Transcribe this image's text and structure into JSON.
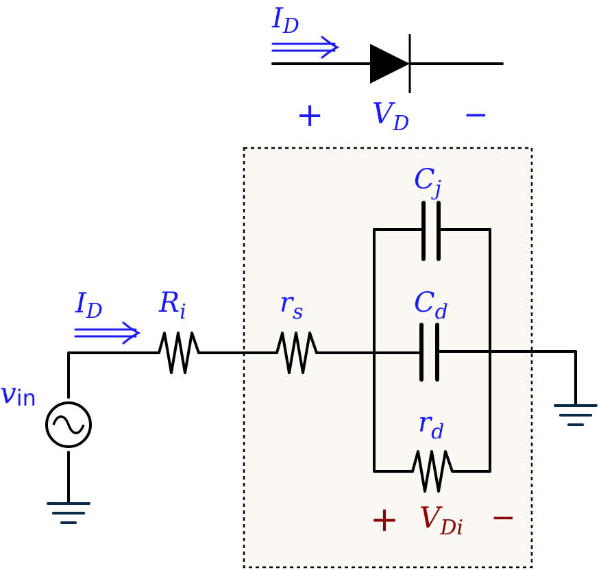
{
  "colors": {
    "label": "#1a1aff",
    "voltage_label": "#8b0000",
    "box_fill": "#faf9f3",
    "wire": "#000000"
  },
  "diode_symbol": {
    "current_main": "I",
    "current_sub": "D",
    "plus": "+",
    "voltage_main": "V",
    "voltage_sub": "D",
    "minus": "−"
  },
  "circuit": {
    "source_main": "v",
    "source_sub": "in",
    "source_icon": "ac-source-icon",
    "current_main": "I",
    "current_sub": "D",
    "ri_main": "R",
    "ri_sub": "i",
    "rs_main": "r",
    "rs_sub": "s",
    "cj_main": "C",
    "cj_sub": "j",
    "cd_main": "C",
    "cd_sub": "d",
    "rd_main": "r",
    "rd_sub": "d",
    "vdi_plus": "+",
    "vdi_main": "V",
    "vdi_sub": "Di",
    "vdi_minus": "−",
    "ground_icon": "ground-icon"
  }
}
